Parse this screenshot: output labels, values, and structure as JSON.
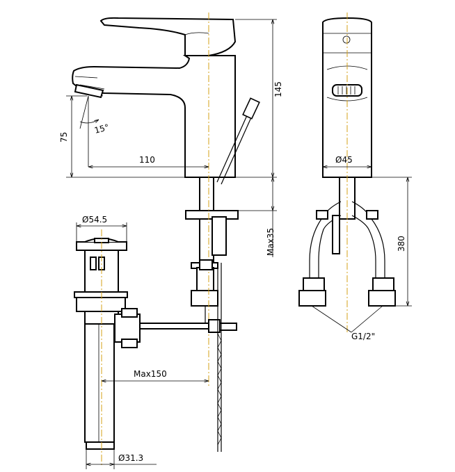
{
  "dimensions": {
    "height_body": "145",
    "spout_height": "75",
    "spout_angle": "15°",
    "spout_reach": "110",
    "body_diameter": "Ø45",
    "max_thickness": "Max35",
    "hose_length": "380",
    "waste_top_diameter": "Ø54.5",
    "max_rod_length": "Max150",
    "waste_bottom_diameter": "Ø31.3",
    "connection": "G1/2\""
  },
  "colors": {
    "line": "#000000",
    "axis": "#d4a017",
    "background": "#ffffff"
  }
}
